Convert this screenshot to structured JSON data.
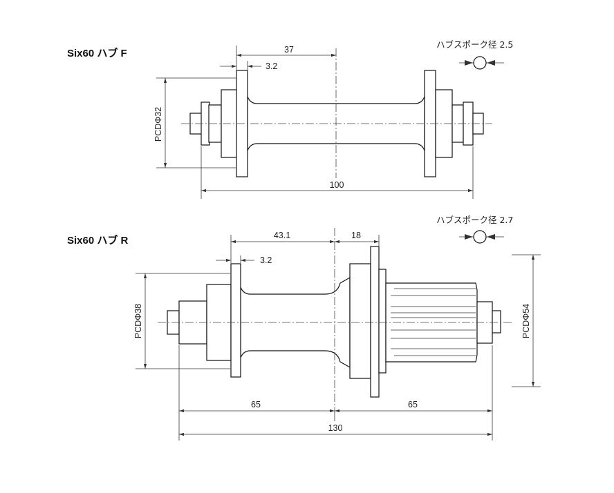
{
  "front": {
    "title": "Six60 ハブ F",
    "spoke_label": "ハブスポーク径 2.5",
    "dim_top": "37",
    "dim_flange": "3.2",
    "pcd": "PCDΦ32",
    "dim_total": "100"
  },
  "rear": {
    "title": "Six60 ハブ R",
    "spoke_label": "ハブスポーク径 2.7",
    "dim_top_left": "43.1",
    "dim_top_right": "18",
    "dim_flange": "3.2",
    "pcd_left": "PCDΦ38",
    "pcd_right": "PCDΦ54",
    "dim_left": "65",
    "dim_right": "65",
    "dim_total": "130"
  }
}
